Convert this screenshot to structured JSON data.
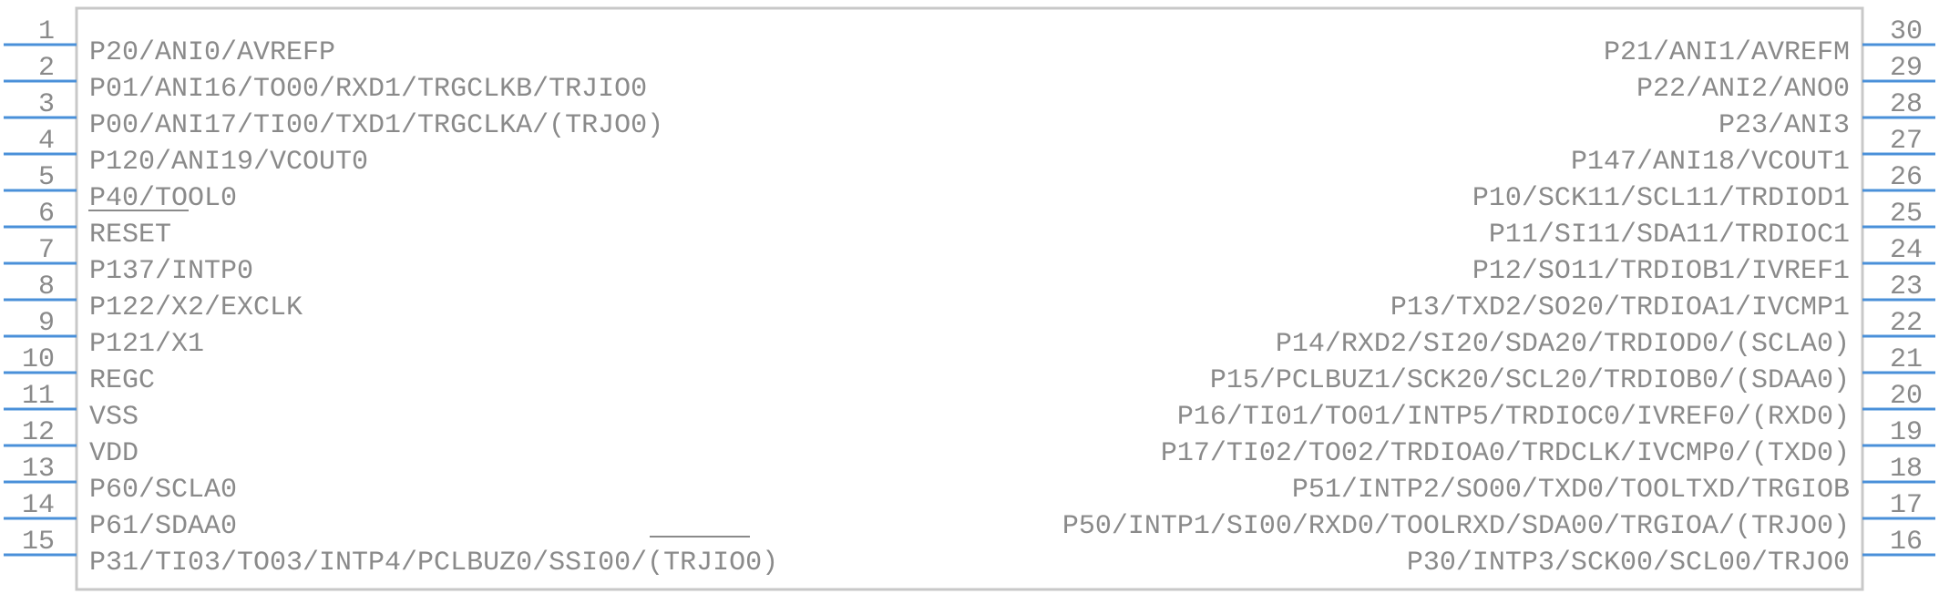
{
  "colors": {
    "background": "#ffffff",
    "body_outline": "#c8c8c8",
    "pin_line": "#4a90d9",
    "text": "#8a8a8a"
  },
  "left_pins": [
    {
      "number": "1",
      "label": "P20/ANI0/AVREFP"
    },
    {
      "number": "2",
      "label": "P01/ANI16/TO00/RXD1/TRGCLKB/TRJIO0"
    },
    {
      "number": "3",
      "label": "P00/ANI17/TI00/TXD1/TRGCLKA/(TRJO0)"
    },
    {
      "number": "4",
      "label": "P120/ANI19/VCOUT0"
    },
    {
      "number": "5",
      "label": "P40/TOOL0"
    },
    {
      "number": "6",
      "label": "RESET"
    },
    {
      "number": "7",
      "label": "P137/INTP0"
    },
    {
      "number": "8",
      "label": "P122/X2/EXCLK"
    },
    {
      "number": "9",
      "label": "P121/X1"
    },
    {
      "number": "10",
      "label": "REGC"
    },
    {
      "number": "11",
      "label": "VSS"
    },
    {
      "number": "12",
      "label": "VDD"
    },
    {
      "number": "13",
      "label": "P60/SCLA0"
    },
    {
      "number": "14",
      "label": "P61/SDAA0"
    },
    {
      "number": "15",
      "label": "P31/TI03/TO03/INTP4/PCLBUZ0/SSI00/(TRJIO0)"
    }
  ],
  "right_pins": [
    {
      "number": "30",
      "label": "P21/ANI1/AVREFM"
    },
    {
      "number": "29",
      "label": "P22/ANI2/ANO0"
    },
    {
      "number": "28",
      "label": "P23/ANI3"
    },
    {
      "number": "27",
      "label": "P147/ANI18/VCOUT1"
    },
    {
      "number": "26",
      "label": "P10/SCK11/SCL11/TRDIOD1"
    },
    {
      "number": "25",
      "label": "P11/SI11/SDA11/TRDIOC1"
    },
    {
      "number": "24",
      "label": "P12/SO11/TRDIOB1/IVREF1"
    },
    {
      "number": "23",
      "label": "P13/TXD2/SO20/TRDIOA1/IVCMP1"
    },
    {
      "number": "22",
      "label": "P14/RXD2/SI20/SDA20/TRDIOD0/(SCLA0)"
    },
    {
      "number": "21",
      "label": "P15/PCLBUZ1/SCK20/SCL20/TRDIOB0/(SDAA0)"
    },
    {
      "number": "20",
      "label": "P16/TI01/TO01/INTP5/TRDIOC0/IVREF0/(RXD0)"
    },
    {
      "number": "19",
      "label": "P17/TI02/TO02/TRDIOA0/TRDCLK/IVCMP0/(TXD0)"
    },
    {
      "number": "18",
      "label": "P51/INTP2/SO00/TXD0/TOOLTXD/TRGIOB"
    },
    {
      "number": "17",
      "label": "P50/INTP1/SI00/RXD0/TOOLRXD/SDA00/TRGIOA/(TRJO0)"
    },
    {
      "number": "16",
      "label": "P30/INTP3/SCK00/SCL00/TRJO0"
    }
  ]
}
